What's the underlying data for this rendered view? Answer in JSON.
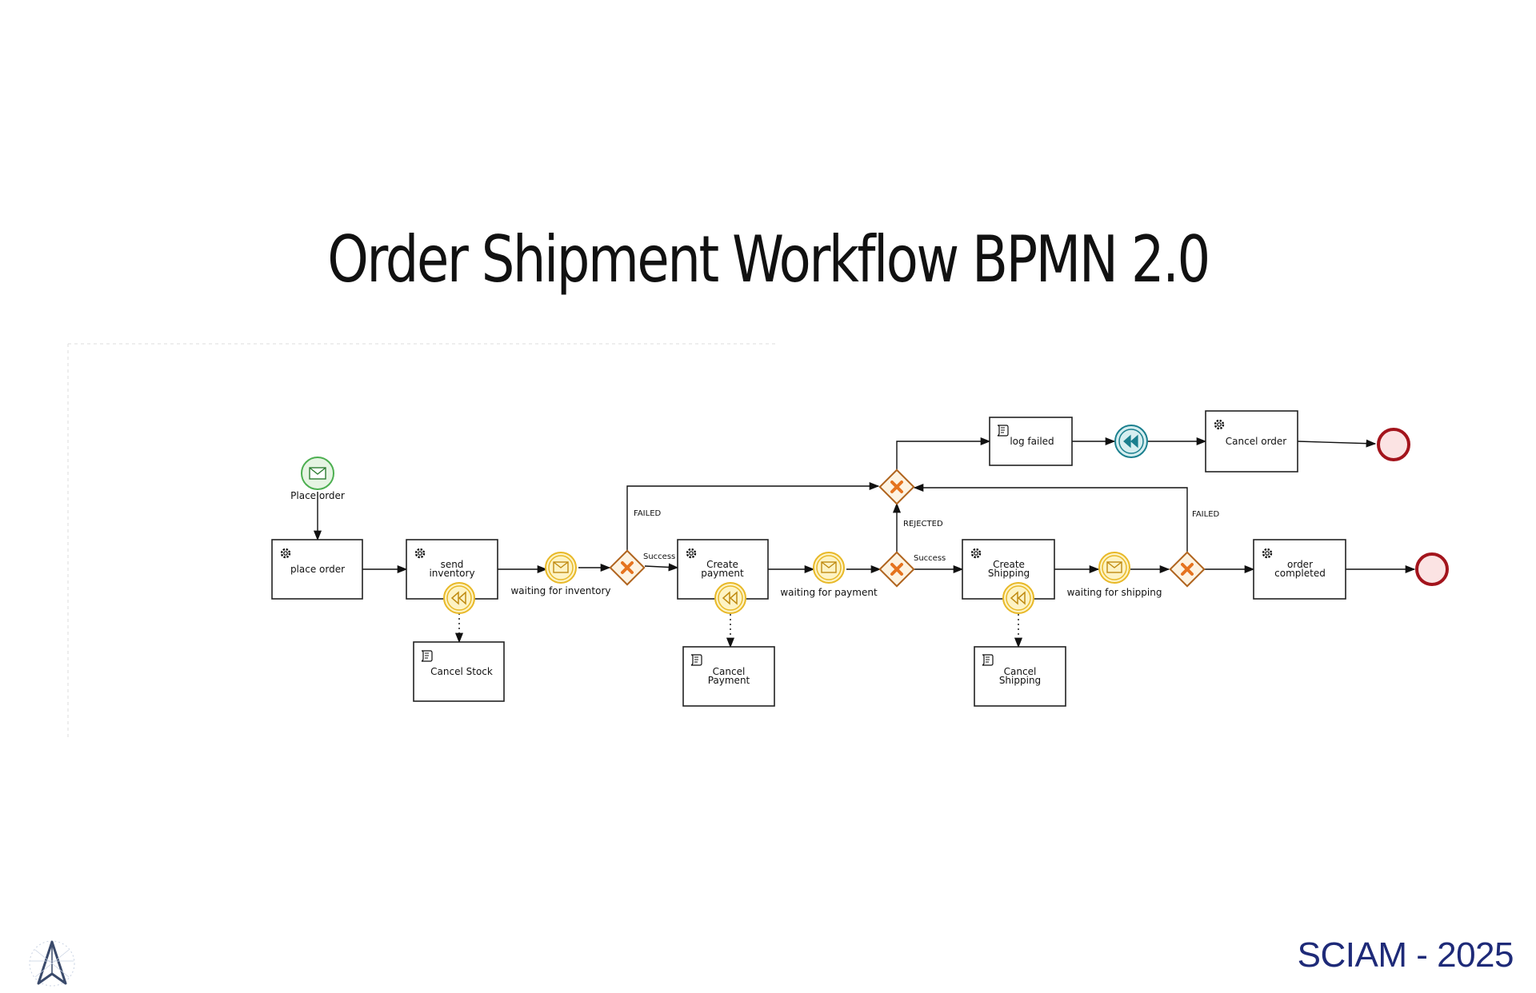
{
  "title": "Order Shipment Workflow BPMN 2.0",
  "footer": "SCIAM - 2025",
  "colors": {
    "start_event": "#4caf50",
    "end_event": "#a3141c",
    "message_event": "#e8b827",
    "gateway": "#b0641e",
    "compensation_throw": "#1a7f8e",
    "footer_text": "#1e2a78"
  },
  "diagram": {
    "start_event": {
      "label": "Place order",
      "icon": "envelope-icon"
    },
    "tasks": {
      "place_order": {
        "label": "place order",
        "icon": "gear-icon"
      },
      "send_inventory": {
        "label_1": "send",
        "label_2": "inventory",
        "icon": "gear-icon"
      },
      "cancel_stock": {
        "label": "Cancel Stock",
        "icon": "script-icon"
      },
      "create_payment": {
        "label_1": "Create",
        "label_2": "payment",
        "icon": "gear-icon"
      },
      "cancel_payment": {
        "label_1": "Cancel",
        "label_2": "Payment",
        "icon": "script-icon"
      },
      "create_shipping": {
        "label_1": "Create",
        "label_2": "Shipping",
        "icon": "gear-icon"
      },
      "cancel_shipping": {
        "label_1": "Cancel",
        "label_2": "Shipping",
        "icon": "script-icon"
      },
      "order_completed": {
        "label_1": "order",
        "label_2": "completed",
        "icon": "gear-icon"
      },
      "log_failed": {
        "label": "log failed",
        "icon": "script-icon"
      },
      "cancel_order": {
        "label": "Cancel order",
        "icon": "gear-icon"
      }
    },
    "message_events": {
      "inventory": "waiting for inventory",
      "payment": "waiting for payment",
      "shipping": "waiting for shipping"
    },
    "flow_labels": {
      "inventory_success": "Success",
      "inventory_failed": "FAILED",
      "payment_success": "Success",
      "payment_rejected": "REJECTED",
      "shipping_failed": "FAILED"
    }
  }
}
